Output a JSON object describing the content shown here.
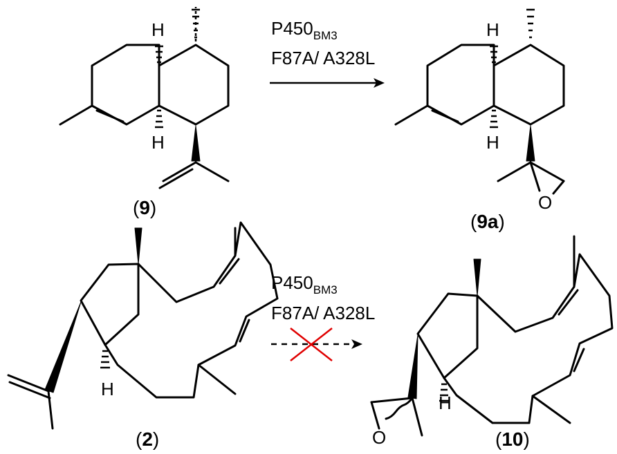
{
  "reaction_1": {
    "reagent_line1_main": "P450",
    "reagent_line1_sub": "BM3",
    "reagent_line2": "F87A/ A328L",
    "substrate_label": "9",
    "product_label": "9a",
    "substrate_atoms": {
      "h_top": "H",
      "h_bottom": "H"
    },
    "product_atoms": {
      "h_top": "H",
      "h_bottom": "H",
      "o": "O"
    }
  },
  "reaction_2": {
    "reagent_line1_main": "P450",
    "reagent_line1_sub": "BM3",
    "reagent_line2": "F87A/ A328L",
    "substrate_label": "2",
    "product_label": "10",
    "substrate_atoms": {
      "h": "H"
    },
    "product_atoms": {
      "h": "H",
      "o": "O"
    }
  },
  "colors": {
    "blocked_cross": "#e00000",
    "ink": "#000000"
  }
}
